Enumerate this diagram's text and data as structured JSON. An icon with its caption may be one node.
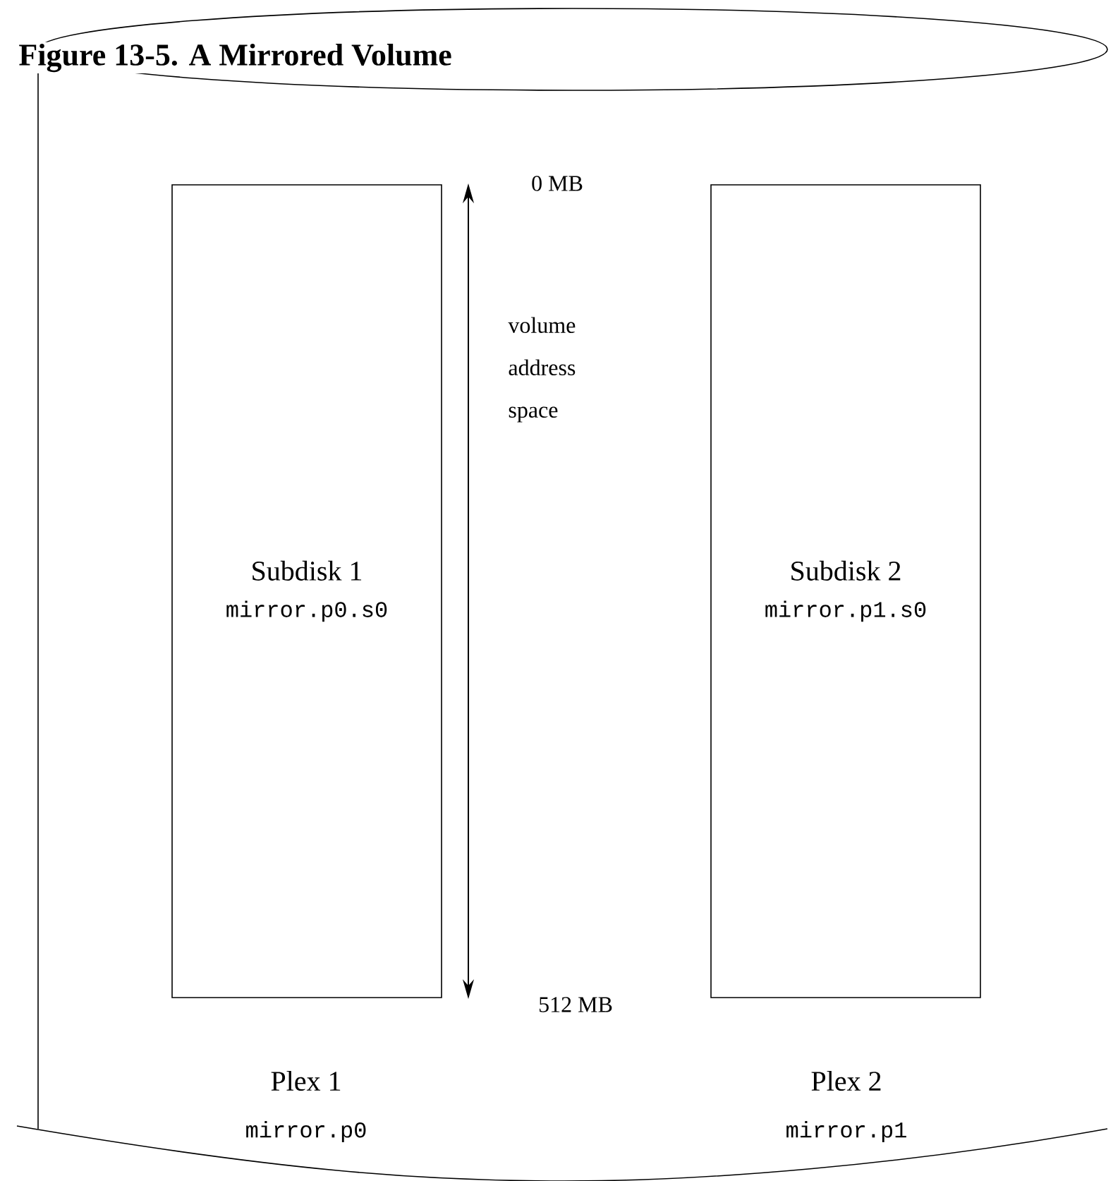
{
  "diagram": {
    "title": "Figure 13-5. A Mirrored Volume",
    "nodes": [
      {
        "text": [],
        "shape": "cylinder"
      },
      {
        "text": [
          "Subdisk 1",
          "mirror.p0.s0"
        ],
        "in": 0
      },
      {
        "text": [
          "Subdisk 2",
          "mirror.p1.s0"
        ],
        "in": 0
      }
    ],
    "edges": [],
    "labels": [
      "0 MB",
      "volume address space",
      "512 MB",
      "Plex 1",
      "mirror.p0",
      "Plex 2",
      "mirror.p1"
    ]
  }
}
